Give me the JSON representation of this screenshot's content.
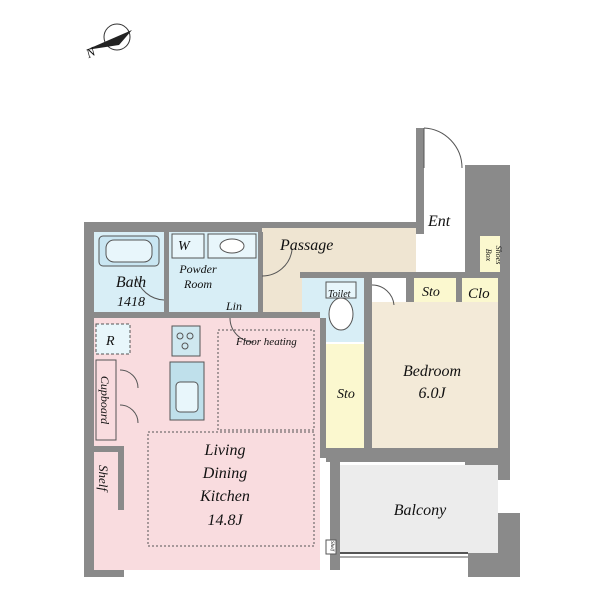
{
  "compass": {
    "letter": "N"
  },
  "rooms": {
    "ent": "Ent",
    "passage": "Passage",
    "shoes_box_1": "Shoes",
    "shoes_box_2": "Box",
    "w": "W",
    "powder_room_1": "Powder",
    "powder_room_2": "Room",
    "bath": "Bath",
    "bath_size": "1418",
    "lin": "Lin",
    "toilet": "Toilet",
    "sto_top": "Sto",
    "clo": "Clo",
    "r": "R",
    "floor_heating": "Floor heating",
    "cupboard": "Cupboard",
    "sto_side": "Sto",
    "bedroom": "Bedroom",
    "bedroom_size": "6.0J",
    "shelf": "Shelf",
    "ldk_1": "Living",
    "ldk_2": "Dining",
    "ldk_3": "Kitchen",
    "ldk_size": "14.8J",
    "balcony": "Balcony",
    "small_shelf": "Shelf"
  },
  "colors": {
    "wall": "#8a8a8a",
    "passage_floor": "#efe5d2",
    "wet_area": "#d8eef6",
    "living_floor": "#f9dcdf",
    "bedroom_floor": "#f3ead8",
    "storage": "#fbf8cf",
    "balcony": "#ececec",
    "line": "#555555"
  }
}
